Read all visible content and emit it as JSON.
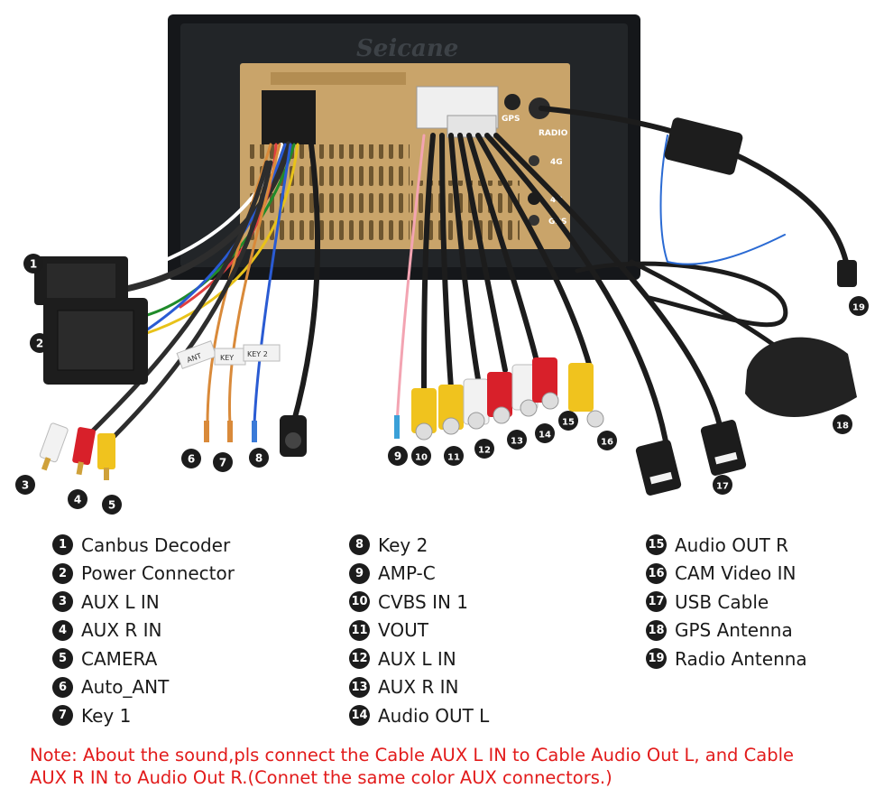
{
  "brand": "Seicane",
  "port_labels": {
    "gps": "GPS",
    "radio": "RADIO",
    "four_g_1": "4G",
    "four_g_2": "4G",
    "gps_bottom": "GPS"
  },
  "tags": {
    "ant": "ANT",
    "key": "KEY",
    "key2": "KEY 2"
  },
  "legend": [
    {
      "num": "1",
      "label": "Canbus Decoder"
    },
    {
      "num": "2",
      "label": "Power Connector"
    },
    {
      "num": "3",
      "label": "AUX L IN"
    },
    {
      "num": "4",
      "label": "AUX R IN"
    },
    {
      "num": "5",
      "label": "CAMERA"
    },
    {
      "num": "6",
      "label": "Auto_ANT"
    },
    {
      "num": "7",
      "label": "Key 1"
    },
    {
      "num": "8",
      "label": "Key 2"
    },
    {
      "num": "9",
      "label": "AMP-C"
    },
    {
      "num": "10",
      "label": "CVBS IN 1"
    },
    {
      "num": "11",
      "label": "VOUT"
    },
    {
      "num": "12",
      "label": "AUX L IN"
    },
    {
      "num": "13",
      "label": "AUX R IN"
    },
    {
      "num": "14",
      "label": "Audio OUT L"
    },
    {
      "num": "15",
      "label": "Audio OUT R"
    },
    {
      "num": "16",
      "label": "CAM Video IN"
    },
    {
      "num": "17",
      "label": "USB Cable"
    },
    {
      "num": "18",
      "label": "GPS Antenna"
    },
    {
      "num": "19",
      "label": "Radio Antenna"
    }
  ],
  "note_line1": "Note: About the sound,pls connect the Cable AUX L IN to Cable Audio Out L, and Cable",
  "note_line2": "AUX R IN to  Audio Out R.(Connet the same color AUX connectors.)",
  "colors": {
    "note": "#e21b1b",
    "badge": "#1c1c1c",
    "chassis": "#c9a46a",
    "frame": "#17191c"
  }
}
